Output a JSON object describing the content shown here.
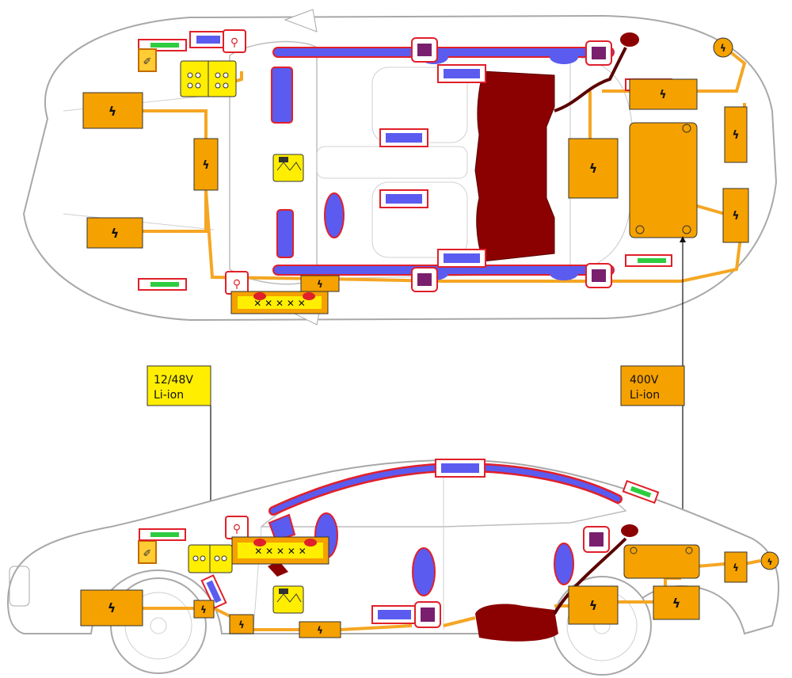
{
  "labels": {
    "battery_12_48": [
      "12/48V",
      "Li-ion"
    ],
    "battery_400": [
      "400V",
      "Li-ion"
    ]
  },
  "colors": {
    "outline": "#a8a8a8",
    "hv_orange": "#f5a100",
    "cable_orange": "#f5a623",
    "fuel_tank": "#8b0000",
    "airbag_blue": "#5b5bf0",
    "airbag_border": "#e0202a",
    "module_yellow": "#ffee00",
    "gas_strut_green": "#2ecc40",
    "seat_purple": "#7a1f6e",
    "callout_bg": "#ffee00",
    "callout_bg_hv": "#f5a100"
  },
  "icons": {
    "high_voltage": "⚡",
    "seatbelt_tensioner": "seatbelt-pretensioner-icon",
    "gas_generator": "gas-generator-icon",
    "battery_cell": "battery-module-icon"
  }
}
